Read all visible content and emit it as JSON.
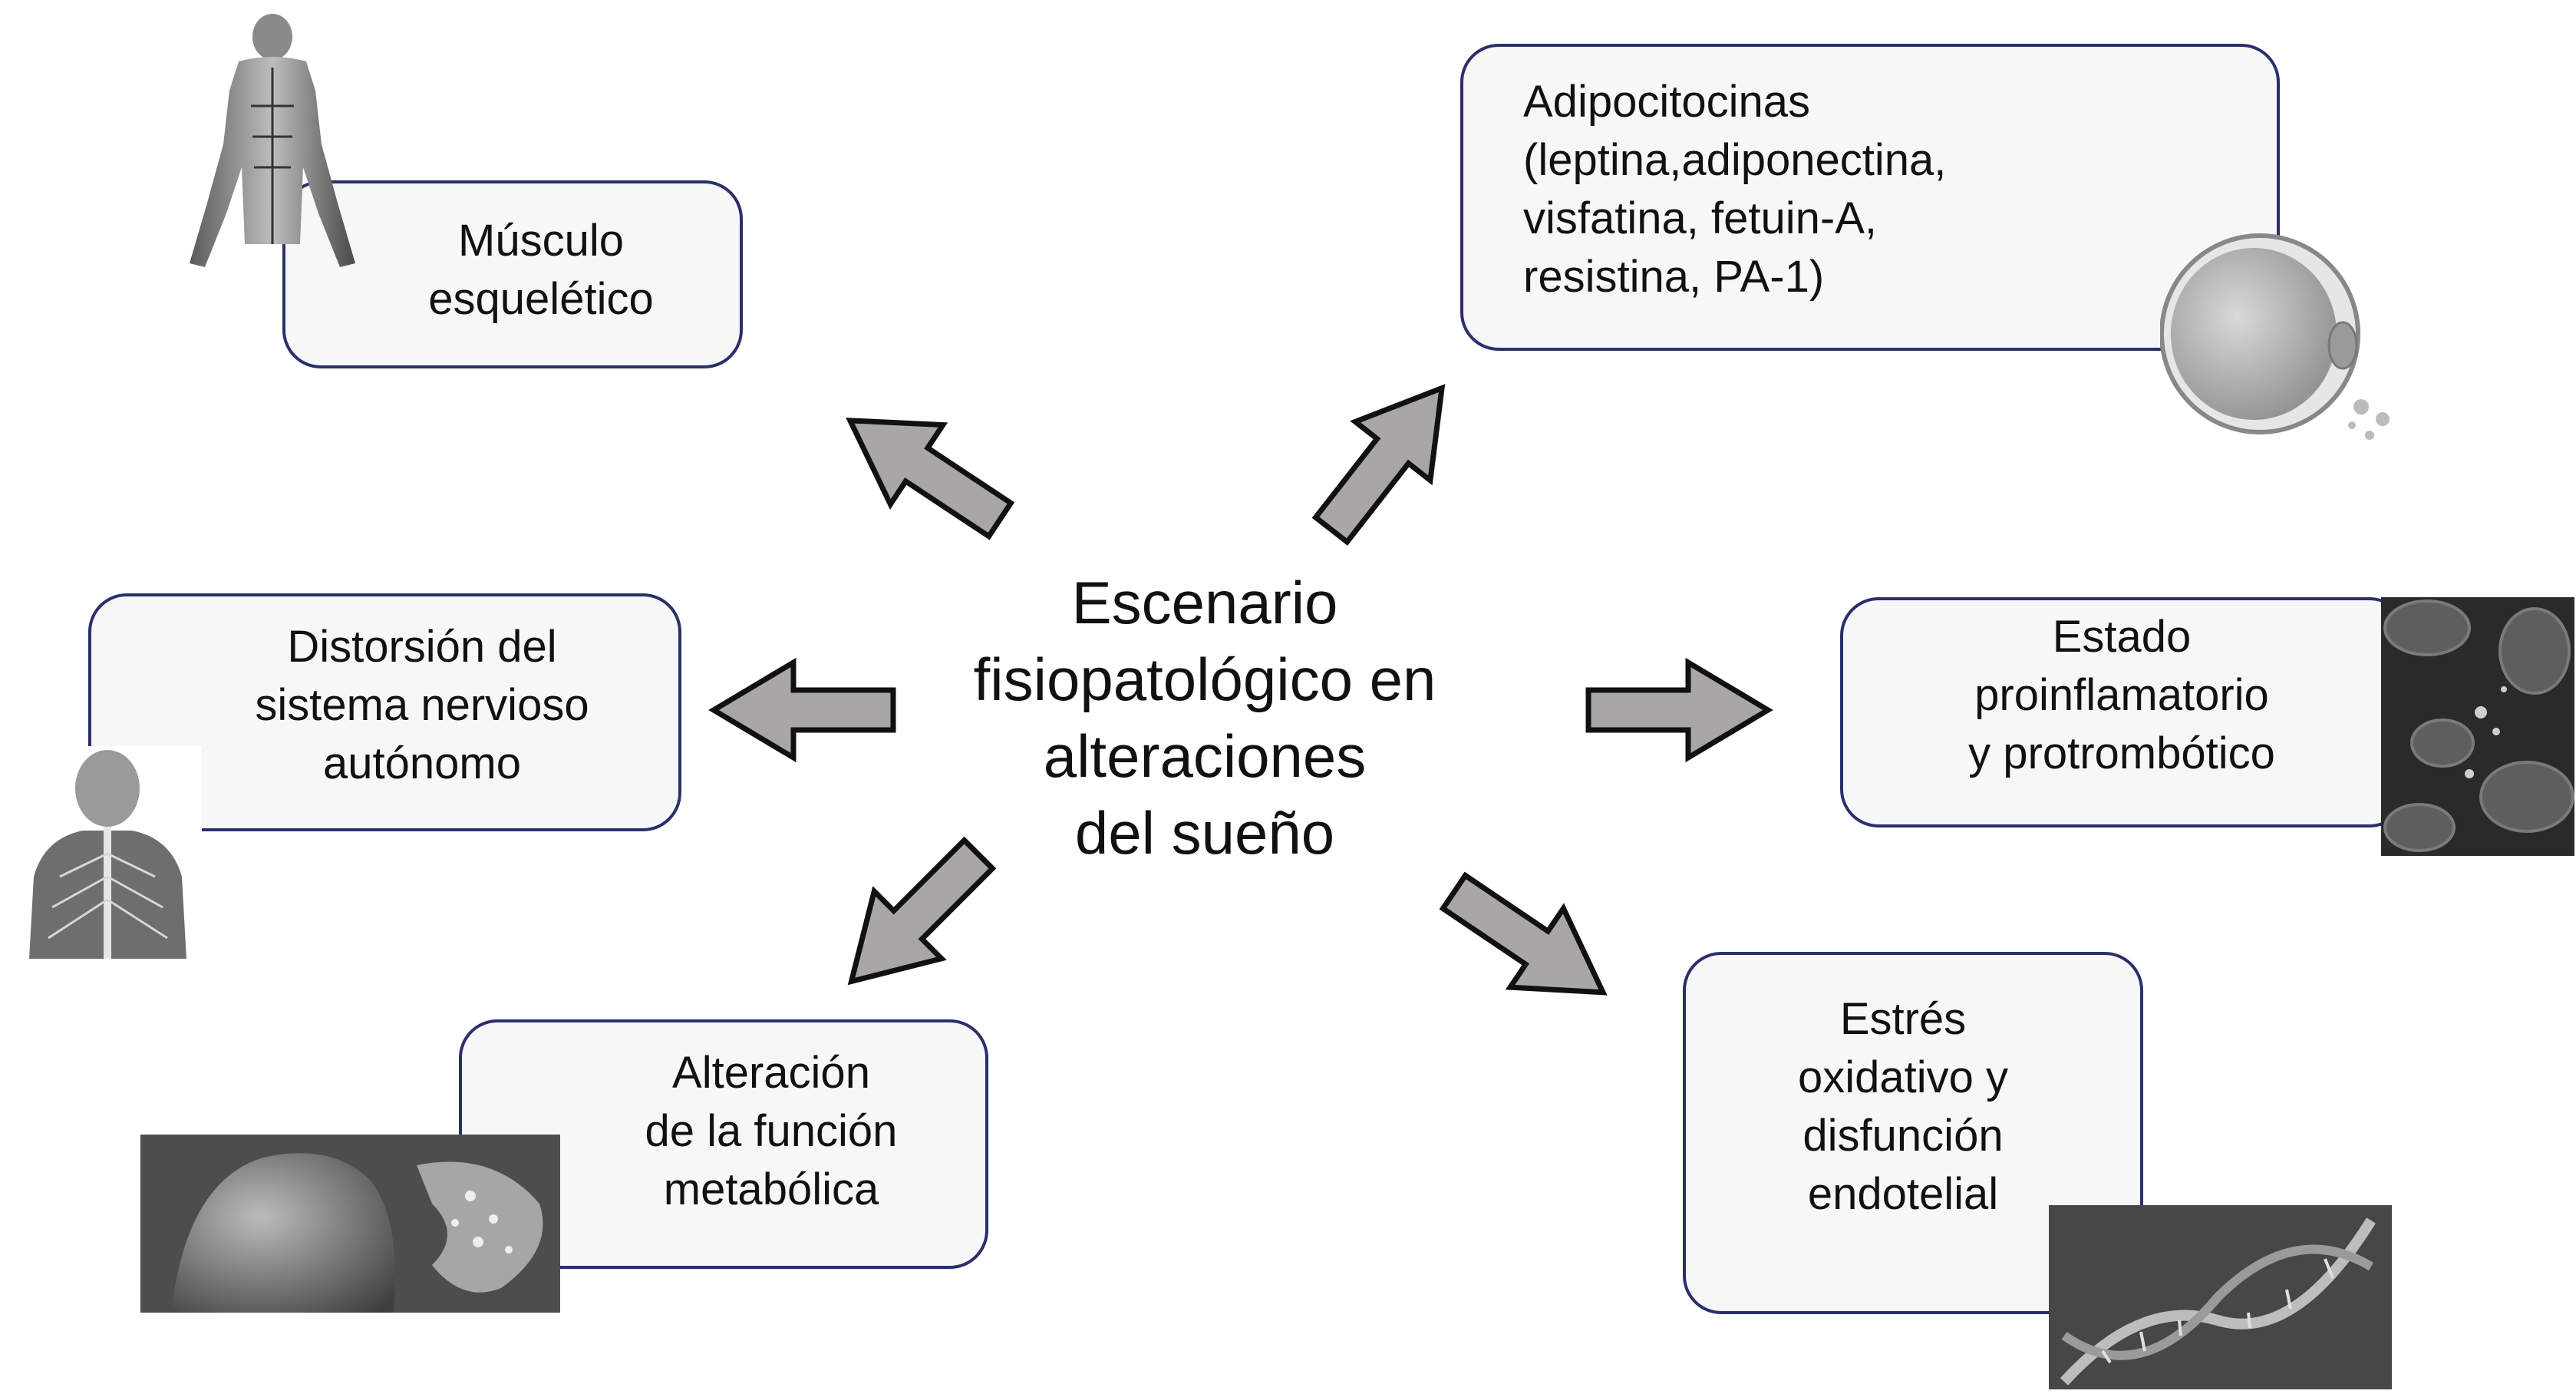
{
  "center": {
    "lines": [
      "Escenario",
      "fisiopatológico en",
      "alteraciones",
      "del sueño"
    ]
  },
  "nodes": {
    "musculo": {
      "lines": [
        "Músculo",
        "esquelético"
      ]
    },
    "distorsion": {
      "lines": [
        "Distorsión del",
        "sistema nervioso",
        "autónomo"
      ]
    },
    "metabolica": {
      "lines": [
        "Alteración",
        "de la función",
        "metabólica"
      ]
    },
    "adipocitocinas": {
      "lines": [
        "Adipocitocinas",
        "(leptina,adiponectina,",
        "visfatina, fetuin-A,",
        "resistina, PA-1)"
      ]
    },
    "proinflamatorio": {
      "lines": [
        "Estado",
        "proinflamatorio",
        "y protrombótico"
      ]
    },
    "oxidativo": {
      "lines": [
        "Estrés",
        "oxidativo y",
        "disfunción",
        "endotelial"
      ]
    }
  },
  "images": {
    "musculo": "muscular-anatomy-figure",
    "distorsion": "nervous-system-back-figure",
    "metabolica": "digestive-organs-figure",
    "adipocitocinas": "adipocyte-cell-drawing",
    "proinflamatorio": "blood-cells-micrograph",
    "oxidativo": "dna-helix-image"
  },
  "colors": {
    "box_border": "#2b2f6b",
    "box_fill": "#f7f7f8",
    "arrow_fill": "#a8a6a6",
    "arrow_stroke": "#111111"
  }
}
